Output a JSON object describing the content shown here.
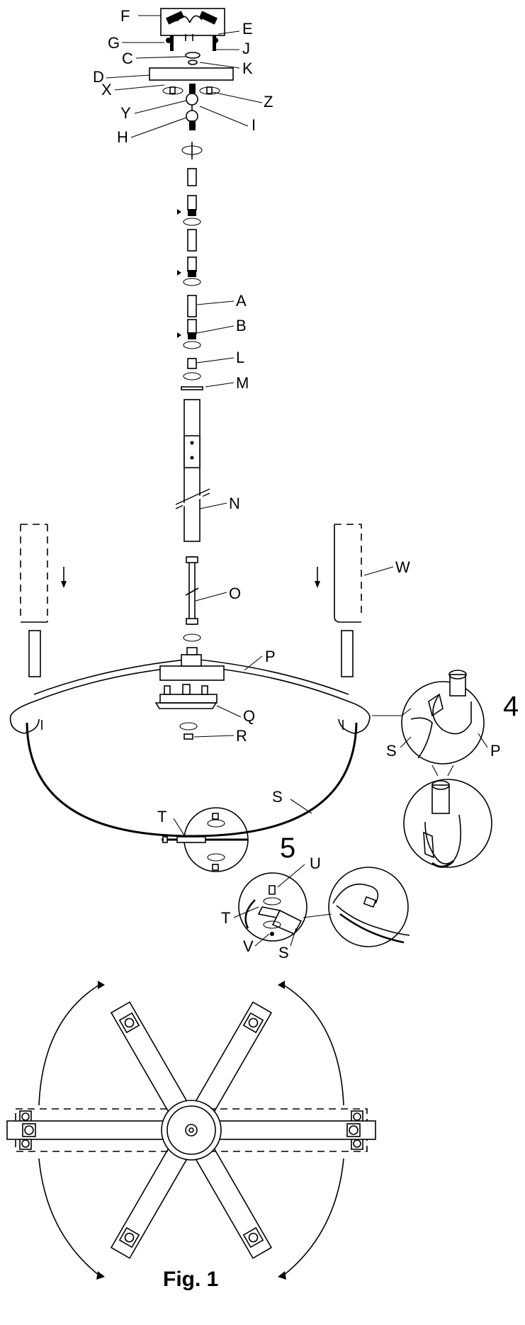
{
  "figure": {
    "caption": "Fig. 1"
  },
  "steps": {
    "step4": "4",
    "step5": "5"
  },
  "parts": {
    "A": "A",
    "B": "B",
    "C": "C",
    "D": "D",
    "E": "E",
    "F": "F",
    "G": "G",
    "H": "H",
    "I": "I",
    "J": "J",
    "K": "K",
    "L": "L",
    "M": "M",
    "N": "N",
    "O": "O",
    "P": "P",
    "Q": "Q",
    "R": "R",
    "S": "S",
    "T": "T",
    "U": "U",
    "V": "V",
    "W": "W",
    "X": "X",
    "Y": "Y",
    "Z": "Z"
  }
}
